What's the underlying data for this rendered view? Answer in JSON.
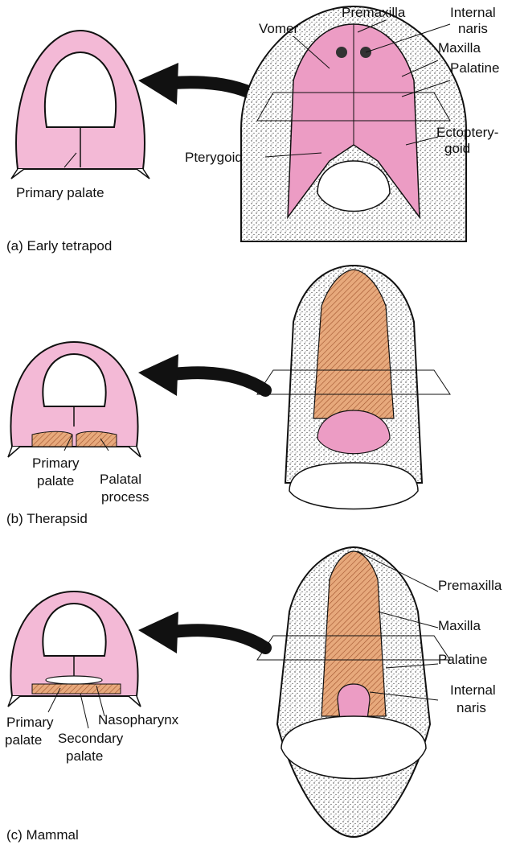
{
  "colors": {
    "palate_pink": "#f3b9d6",
    "bone_pink": "#ec9cc4",
    "hatch_orange": "#e7a97c",
    "outline": "#111111"
  },
  "panels": {
    "a": {
      "caption": "(a) Early tetrapod",
      "labels": {
        "primary_palate": "Primary palate",
        "vomer": "Vomer",
        "premaxilla": "Premaxilla",
        "internal_naris_1": "Internal",
        "internal_naris_2": "naris",
        "maxilla": "Maxilla",
        "palatine": "Palatine",
        "ectopterygoid_1": "Ectoptery-",
        "ectopterygoid_2": "goid",
        "pterygoid": "Pterygoid"
      }
    },
    "b": {
      "caption": "(b) Therapsid",
      "labels": {
        "primary_palate_1": "Primary",
        "primary_palate_2": "palate",
        "palatal_process_1": "Palatal",
        "palatal_process_2": "process"
      }
    },
    "c": {
      "caption": "(c) Mammal",
      "labels": {
        "primary_palate_1": "Primary",
        "primary_palate_2": "palate",
        "secondary_palate_1": "Secondary",
        "secondary_palate_2": "palate",
        "nasopharynx": "Nasopharynx",
        "premaxilla": "Premaxilla",
        "maxilla": "Maxilla",
        "palatine": "Palatine",
        "internal_naris_1": "Internal",
        "internal_naris_2": "naris"
      }
    }
  }
}
